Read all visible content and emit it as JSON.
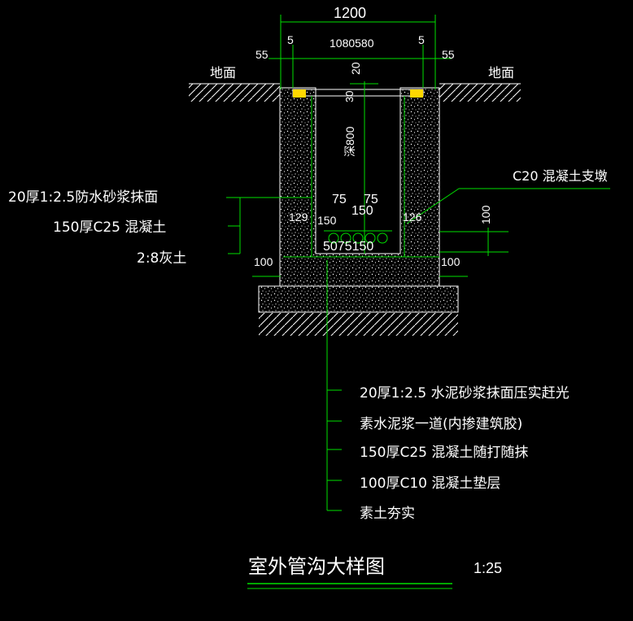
{
  "drawing": {
    "title": "室外管沟大样图",
    "scale": "1:25",
    "ground_left": "地面",
    "ground_right": "地面"
  },
  "dimensions": {
    "overall_width": "1200",
    "outer_left": "55",
    "outer_right": "55",
    "inner_left": "5",
    "inner_right": "5",
    "inner_mid": "1080580",
    "cover_thk": "20",
    "cover_thk2": "30",
    "depth": "深800",
    "bottom_left_ext": "100",
    "bottom_right_ext": "100",
    "support_h": "100",
    "pipe_off_l": "75",
    "pipe_off_r": "75",
    "pipe_span": "150",
    "left_129": "129",
    "left_150": "150",
    "right_126": "126",
    "bottom_row": "5075150"
  },
  "notes_left": [
    "20厚1:2.5防水砂浆抹面",
    "150厚C25 混凝土",
    "2:8灰土"
  ],
  "note_right": "C20 混凝土支墩",
  "notes_bottom": [
    "20厚1:2.5 水泥砂浆抹面压实赶光",
    "素水泥浆一道(内掺建筑胶)",
    "150厚C25 混凝土随打随抹",
    "100厚C10 混凝土垫层",
    "素土夯实"
  ]
}
